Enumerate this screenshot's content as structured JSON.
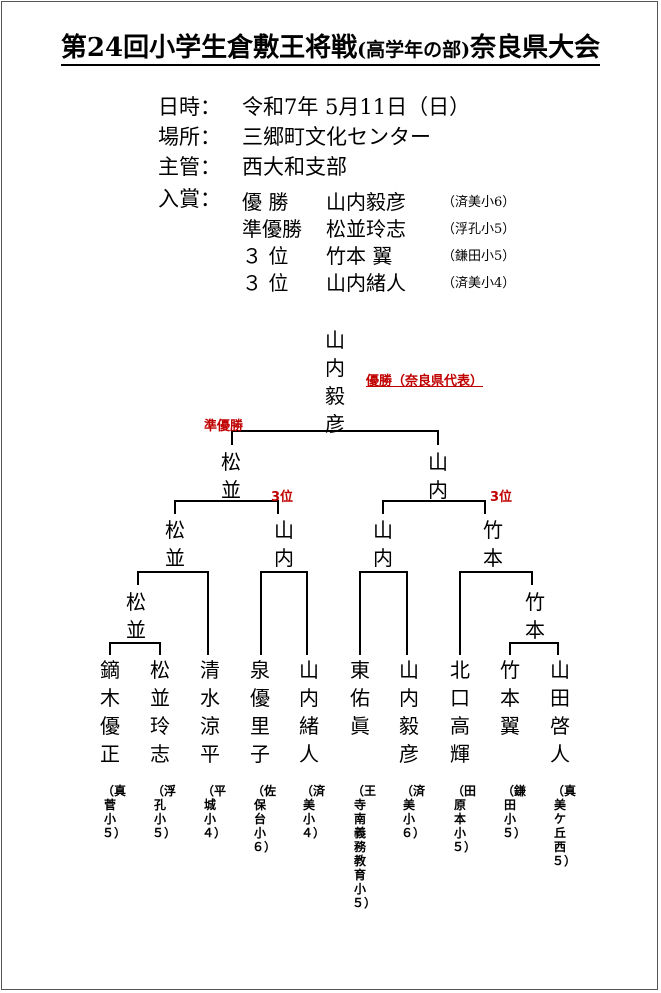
{
  "title": {
    "main_a": "第24回小学生倉敷王将戦",
    "main_b": "(高学年の部)",
    "main_c": "奈良県大会"
  },
  "info": {
    "date_label": "日時：",
    "date_value": "令和7年 5月11日（日）",
    "place_label": "場所：",
    "place_value": "三郷町文化センター",
    "host_label": "主管：",
    "host_value": "西大和支部",
    "award_label": "入賞："
  },
  "awards": [
    {
      "rank": "優 勝",
      "name": "山内毅彦",
      "school": "（済美小6）"
    },
    {
      "rank": "準優勝",
      "name": "松並玲志",
      "school": "（浮孔小5）"
    },
    {
      "rank": "３ 位",
      "name": "竹本 翼",
      "school": "（鎌田小5）"
    },
    {
      "rank": "３ 位",
      "name": "山内緒人",
      "school": "（済美小4）"
    }
  ],
  "bracket": {
    "champion": "山内毅彦",
    "champion_note": "優勝（奈良県代表）",
    "runner_up_note": "準優勝",
    "third_note_left": "3位",
    "third_note_right": "3位",
    "final_left": "松並",
    "final_right": "山内",
    "semi": [
      "松並",
      "山内",
      "山内",
      "竹本"
    ],
    "quarter_left": "松並",
    "quarter_right": "竹本",
    "players": [
      {
        "name": "鏑木優正",
        "school": "（真菅小５）"
      },
      {
        "name": "松並玲志",
        "school": "（浮孔小５）"
      },
      {
        "name": "清水涼平",
        "school": "（平城小４）"
      },
      {
        "name": "泉優里子",
        "school": "（佐保台小６）"
      },
      {
        "name": "山内緒人",
        "school": "（済美小４）"
      },
      {
        "name": "東　佑眞",
        "school": "（王寺南義務教育小５）"
      },
      {
        "name": "山内毅彦",
        "school": "（済美小６）"
      },
      {
        "name": "北口高輝",
        "school": "（田原本小５）"
      },
      {
        "name": "竹本　翼",
        "school": "（鎌田小５）"
      },
      {
        "name": "山田啓人",
        "school": "（真美ケ丘西５）"
      }
    ]
  }
}
